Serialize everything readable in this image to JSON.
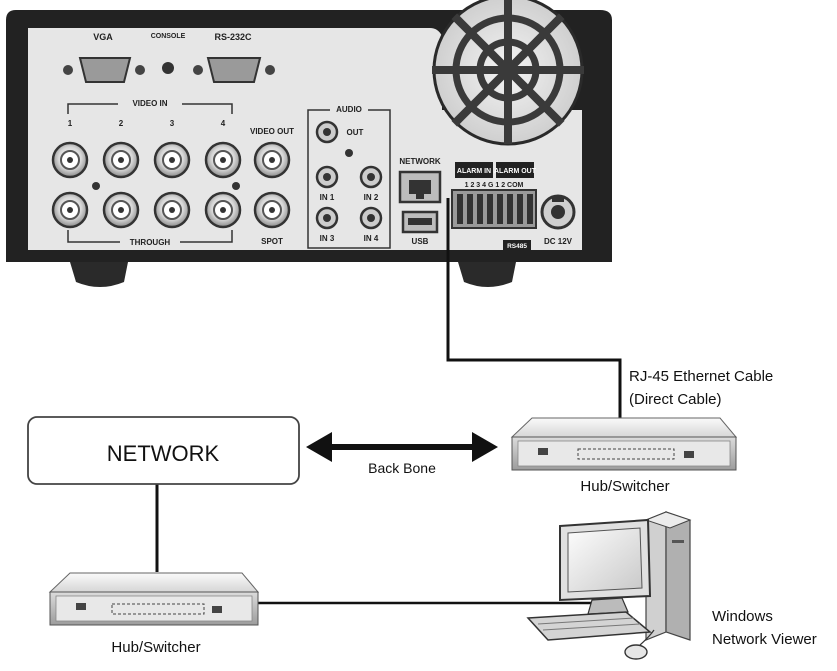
{
  "dvr_panel": {
    "vga": "VGA",
    "console": "CONSOLE",
    "rs232c": "RS-232C",
    "video_in": "VIDEO IN",
    "video_in_numbers": [
      "1",
      "2",
      "3",
      "4"
    ],
    "through": "THROUGH",
    "video_out": "VIDEO OUT",
    "spot": "SPOT",
    "audio": "AUDIO",
    "audio_out": "OUT",
    "audio_in": [
      "IN 1",
      "IN 2",
      "IN 3",
      "IN 4"
    ],
    "network": "NETWORK",
    "usb": "USB",
    "alarm_in": "ALARM IN",
    "alarm_out": "ALARM OUT",
    "alarm_pins": "1 2 3 4 G 1 2 COM",
    "rs485": "RS485",
    "dc": "DC 12V"
  },
  "labels": {
    "network_box": "NETWORK",
    "backbone": "Back Bone",
    "cable_line1": "RJ-45 Ethernet Cable",
    "cable_line2": "(Direct Cable)",
    "hub_right": "Hub/Switcher",
    "hub_left": "Hub/Switcher",
    "pc_line1": "Windows",
    "pc_line2": "Network Viewer"
  }
}
